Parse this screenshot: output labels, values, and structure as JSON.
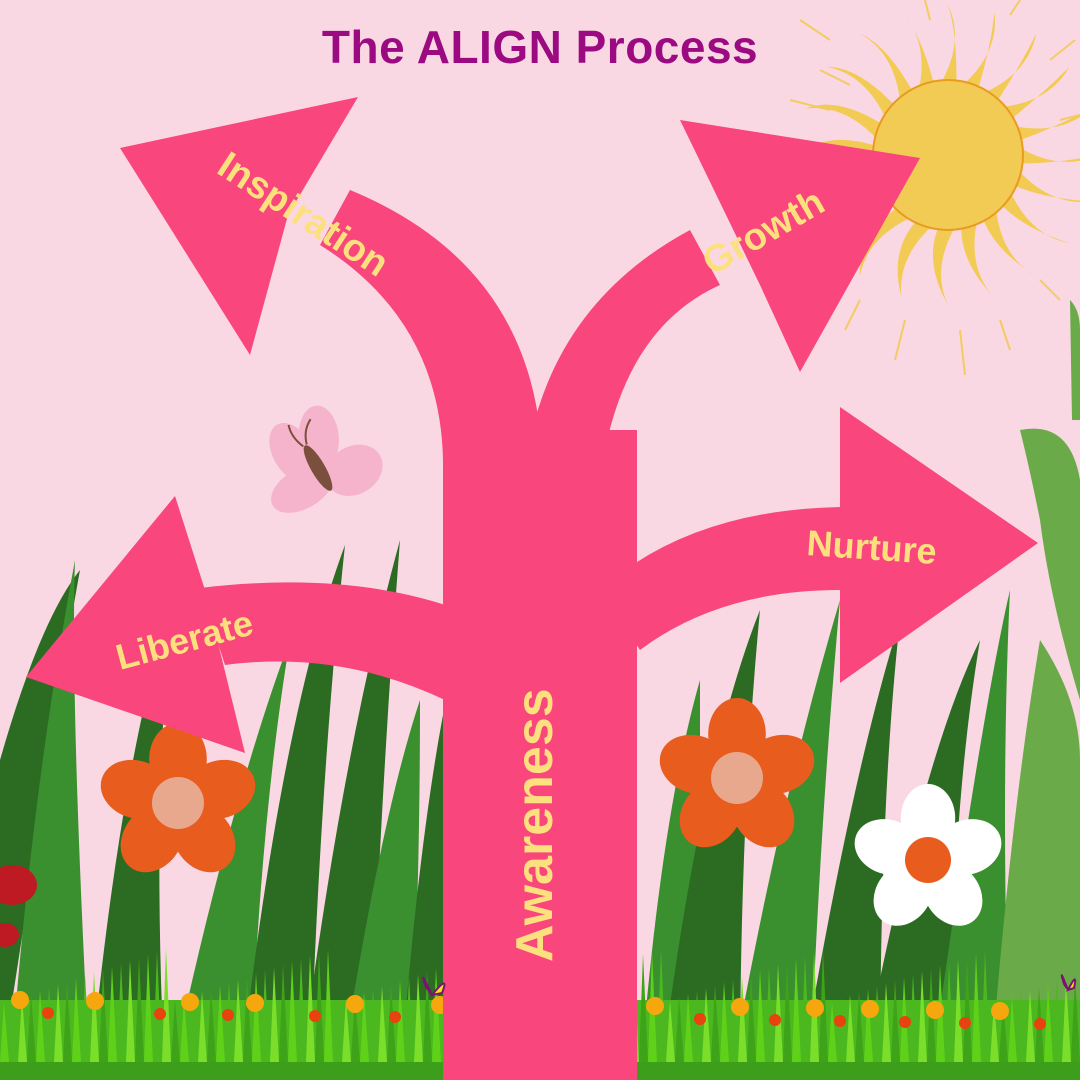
{
  "title": "The ALIGN Process",
  "colors": {
    "background": "#f9d8e4",
    "title": "#9c0a82",
    "arrow": "#f9467c",
    "label": "#fde07e",
    "sun": "#f2cb55",
    "sun_outline": "#e89b1f",
    "grass_dark": "#2c6b22",
    "grass_mid": "#3a8f2e",
    "grass_light": "#5fd118",
    "flower_orange": "#e85c1e",
    "flower_center": "#e8a88e",
    "flower_white": "#ffffff",
    "butterfly_pink": "#f6b4cc",
    "butterfly_body": "#7a4f3c"
  },
  "trunk": {
    "label": "Awareness"
  },
  "branches": [
    {
      "id": "inspiration",
      "label": "Inspiration",
      "direction": "up-left"
    },
    {
      "id": "growth",
      "label": "Growth",
      "direction": "up-right"
    },
    {
      "id": "liberate",
      "label": "Liberate",
      "direction": "left"
    },
    {
      "id": "nurture",
      "label": "Nurture",
      "direction": "right"
    }
  ],
  "decorations": [
    "sun",
    "butterfly",
    "grass",
    "flowers"
  ]
}
